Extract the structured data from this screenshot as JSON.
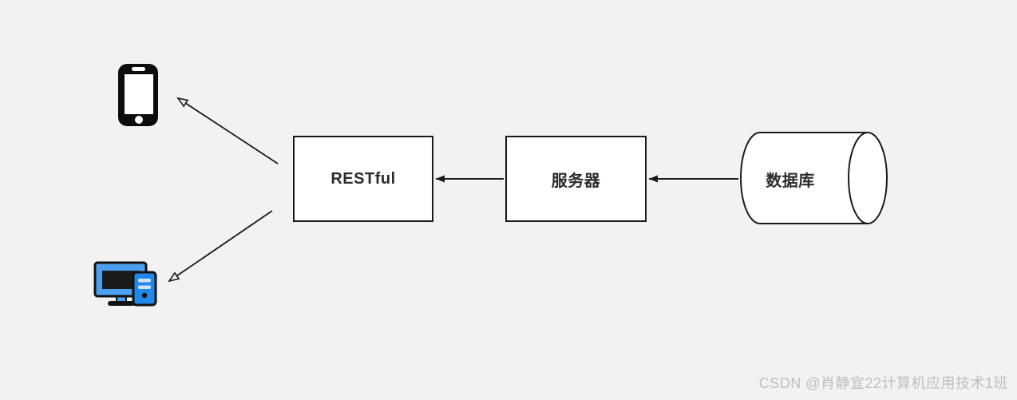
{
  "diagram": {
    "nodes": {
      "restful": {
        "label": "RESTful",
        "shape": "rectangle"
      },
      "server": {
        "label": "服务器",
        "shape": "rectangle"
      },
      "database": {
        "label": "数据库",
        "shape": "horizontal-cylinder"
      },
      "mobile_client": {
        "icon": "smartphone-icon"
      },
      "desktop_client": {
        "icon": "desktop-computer-icon"
      }
    },
    "edges": [
      {
        "from": "server",
        "to": "restful",
        "arrowhead": "solid"
      },
      {
        "from": "database",
        "to": "server",
        "arrowhead": "solid"
      },
      {
        "from": "restful",
        "to": "mobile_client",
        "arrowhead": "hollow"
      },
      {
        "from": "restful",
        "to": "desktop_client",
        "arrowhead": "hollow"
      }
    ]
  },
  "watermark": {
    "text": "CSDN @肖静宜22计算机应用技术1班"
  },
  "colors": {
    "background": "#f2f2f3",
    "node_fill": "#ffffff",
    "stroke": "#1a1a1a",
    "label_text": "#2b2b2b",
    "watermark_text": "#bfbfc2",
    "monitor_blue": "#4da0f0",
    "tower_blue": "#1f88e8"
  }
}
